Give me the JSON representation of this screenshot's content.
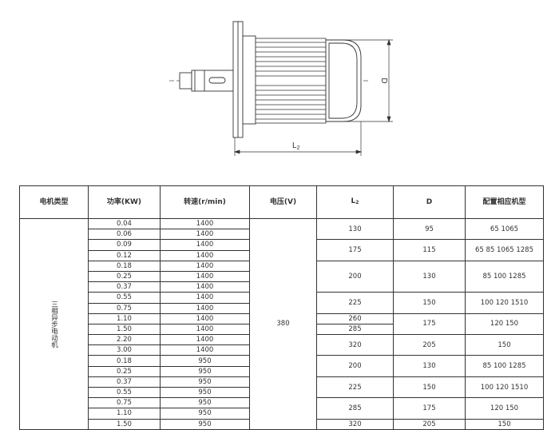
{
  "drawing": {
    "length_label": "L",
    "length_subscript": "2",
    "diameter_label": "D"
  },
  "table": {
    "headers": [
      "电机类型",
      "功率(KW)",
      "转速(r/min)",
      "电压(V)",
      "L",
      "D",
      "配置相应机型"
    ],
    "l2_subscript": "2",
    "motor_type": "三相异步电动机",
    "voltage": "380",
    "rows": [
      {
        "power": "0.04",
        "speed": "1400"
      },
      {
        "power": "0.06",
        "speed": "1400"
      },
      {
        "power": "0.09",
        "speed": "1400"
      },
      {
        "power": "0.12",
        "speed": "1400"
      },
      {
        "power": "0.18",
        "speed": "1400"
      },
      {
        "power": "0.25",
        "speed": "1400"
      },
      {
        "power": "0.37",
        "speed": "1400"
      },
      {
        "power": "0.55",
        "speed": "1400"
      },
      {
        "power": "0.75",
        "speed": "1400"
      },
      {
        "power": "1.10",
        "speed": "1400"
      },
      {
        "power": "1.50",
        "speed": "1400"
      },
      {
        "power": "2.20",
        "speed": "1400"
      },
      {
        "power": "3.00",
        "speed": "1400"
      },
      {
        "power": "0.18",
        "speed": "950"
      },
      {
        "power": "0.25",
        "speed": "950"
      },
      {
        "power": "0.37",
        "speed": "950"
      },
      {
        "power": "0.55",
        "speed": "950"
      },
      {
        "power": "0.75",
        "speed": "950"
      },
      {
        "power": "1.10",
        "speed": "950"
      },
      {
        "power": "1.50",
        "speed": "950"
      }
    ],
    "groups": [
      {
        "span": 2,
        "l2": "130",
        "d": "95",
        "models": "65  1065"
      },
      {
        "span": 2,
        "l2": "175",
        "d": "115",
        "models": "65 85 1065 1285"
      },
      {
        "span": 3,
        "l2": "200",
        "d": "130",
        "models": "85 100 1285"
      },
      {
        "span": 2,
        "l2": "225",
        "d": "150",
        "models": "100 120 1510"
      },
      {
        "span": 1,
        "l2": "260",
        "d": "175",
        "models": "120 150"
      },
      {
        "span": 1,
        "l2": "285"
      },
      {
        "span": 2,
        "l2": "320",
        "d": "205",
        "models": "150"
      },
      {
        "span": 2,
        "l2": "200",
        "d": "130",
        "models": "85 100 1285"
      },
      {
        "span": 2,
        "l2": "225",
        "d": "150",
        "models": "100 120 1510"
      },
      {
        "span": 2,
        "l2": "285",
        "d": "175",
        "models": "120 150"
      },
      {
        "span": 1,
        "l2": "320",
        "d": "205",
        "models": "150"
      }
    ]
  }
}
